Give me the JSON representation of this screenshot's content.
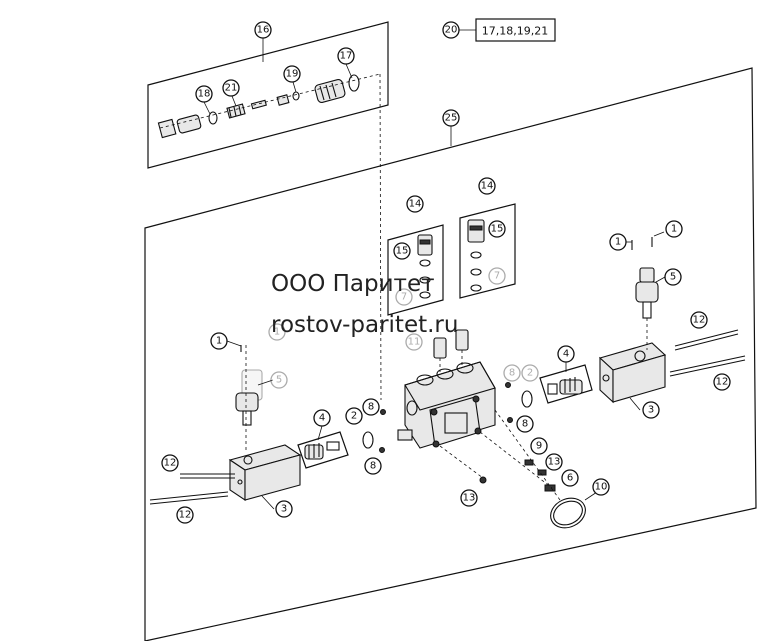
{
  "watermark": {
    "company": "ООО Паритет",
    "website": "rostov-paritet.ru"
  },
  "kit_label": {
    "ref": "20",
    "contents": "17,18,19,21"
  },
  "callouts": [
    {
      "id": "c16",
      "label": "16"
    },
    {
      "id": "c17",
      "label": "17"
    },
    {
      "id": "c18",
      "label": "18"
    },
    {
      "id": "c21",
      "label": "21"
    },
    {
      "id": "c19",
      "label": "19"
    },
    {
      "id": "c25",
      "label": "25"
    },
    {
      "id": "c14a",
      "label": "14"
    },
    {
      "id": "c14b",
      "label": "14"
    },
    {
      "id": "c15a",
      "label": "15"
    },
    {
      "id": "c15b",
      "label": "15"
    },
    {
      "id": "c7a",
      "label": "7"
    },
    {
      "id": "c7b",
      "label": "7"
    },
    {
      "id": "c1a",
      "label": "1"
    },
    {
      "id": "c1b",
      "label": "1"
    },
    {
      "id": "c5a",
      "label": "5"
    },
    {
      "id": "c12a",
      "label": "12"
    },
    {
      "id": "c12b",
      "label": "12"
    },
    {
      "id": "c1c",
      "label": "1"
    },
    {
      "id": "c1d",
      "label": "1"
    },
    {
      "id": "c5b",
      "label": "5"
    },
    {
      "id": "c11",
      "label": "11"
    },
    {
      "id": "c4a",
      "label": "4"
    },
    {
      "id": "c8a",
      "label": "8"
    },
    {
      "id": "c2a",
      "label": "2"
    },
    {
      "id": "c3a",
      "label": "3"
    },
    {
      "id": "c8b",
      "label": "8"
    },
    {
      "id": "c2b",
      "label": "2"
    },
    {
      "id": "c8c",
      "label": "8"
    },
    {
      "id": "c4b",
      "label": "4"
    },
    {
      "id": "c8d",
      "label": "8"
    },
    {
      "id": "c9",
      "label": "9"
    },
    {
      "id": "c13a",
      "label": "13"
    },
    {
      "id": "c6",
      "label": "6"
    },
    {
      "id": "c10",
      "label": "10"
    },
    {
      "id": "c12c",
      "label": "12"
    },
    {
      "id": "c12d",
      "label": "12"
    },
    {
      "id": "c3b",
      "label": "3"
    },
    {
      "id": "c13b",
      "label": "13"
    }
  ]
}
